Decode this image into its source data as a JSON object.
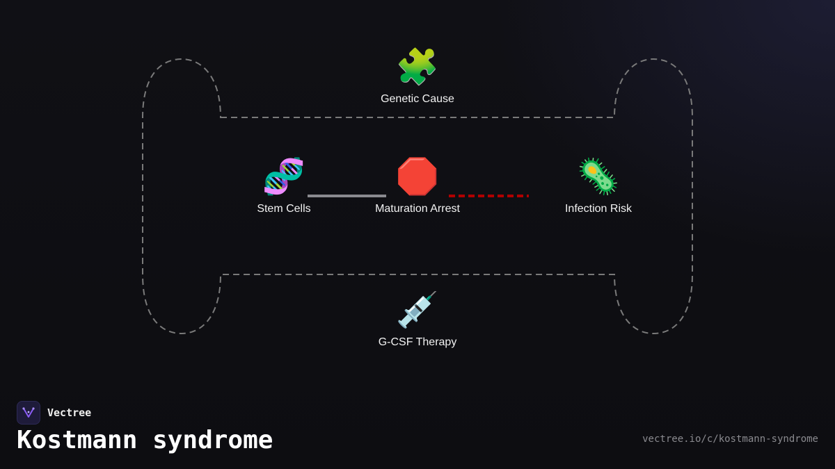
{
  "diagram": {
    "nodes": {
      "genetic_cause": {
        "label": "Genetic Cause",
        "icon": "puzzle-icon",
        "emoji": "🧩"
      },
      "stem_cells": {
        "label": "Stem Cells",
        "icon": "dna-icon",
        "emoji": "🧬"
      },
      "maturation_arrest": {
        "label": "Maturation Arrest",
        "icon": "stop-sign-icon",
        "emoji": "🛑"
      },
      "infection_risk": {
        "label": "Infection Risk",
        "icon": "microbe-icon",
        "emoji": "🦠"
      },
      "gcsf_therapy": {
        "label": "G-CSF Therapy",
        "icon": "syringe-icon",
        "emoji": "💉"
      }
    },
    "edges": [
      {
        "from": "stem_cells",
        "to": "maturation_arrest",
        "style": "solid",
        "color": "#8a8a8f"
      },
      {
        "from": "maturation_arrest",
        "to": "infection_risk",
        "style": "dashed",
        "color": "#b00000"
      }
    ],
    "outline_color": "#7a7a7a"
  },
  "brand": {
    "name": "Vectree",
    "logo_color": "#8b5cf6"
  },
  "footer": {
    "title": "Kostmann syndrome",
    "url": "vectree.io/c/kostmann-syndrome"
  }
}
